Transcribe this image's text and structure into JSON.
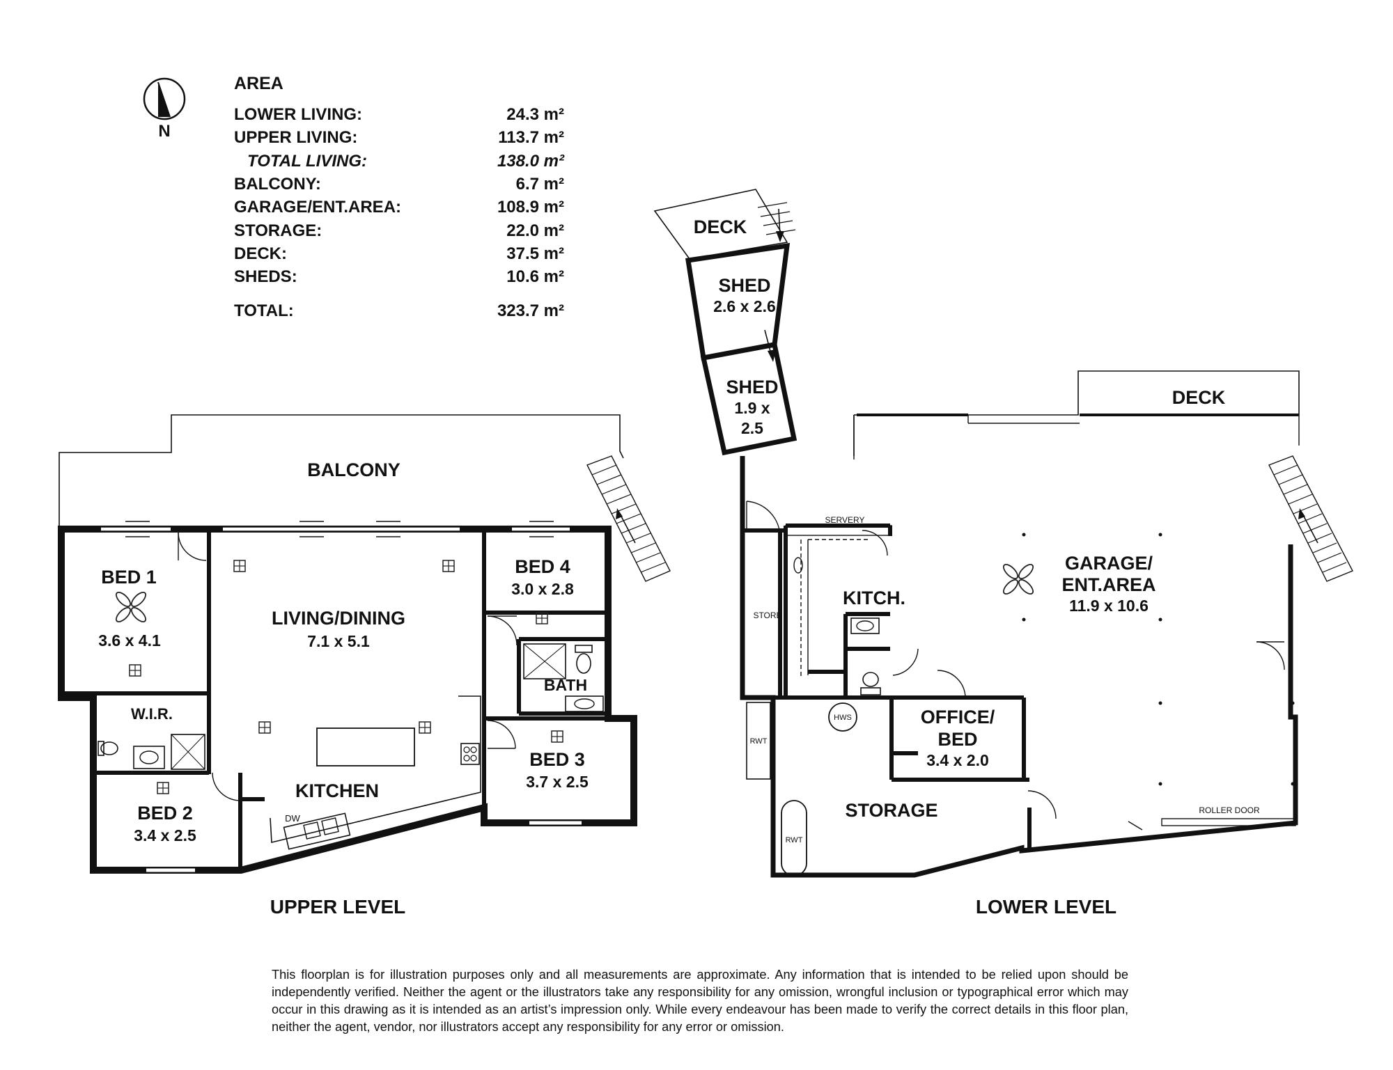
{
  "compass": {
    "letter": "N",
    "icon": "north-arrow-icon"
  },
  "area": {
    "heading": "AREA",
    "rows": [
      {
        "label": "LOWER LIVING:",
        "value": "24.3 m²",
        "italic": false
      },
      {
        "label": "UPPER LIVING:",
        "value": "113.7 m²",
        "italic": false
      },
      {
        "label": "TOTAL LIVING:",
        "value": "138.0 m²",
        "italic": true
      },
      {
        "label": "BALCONY:",
        "value": "6.7 m²",
        "italic": false
      },
      {
        "label": "GARAGE/ENT.AREA:",
        "value": "108.9 m²",
        "italic": false
      },
      {
        "label": "STORAGE:",
        "value": "22.0 m²",
        "italic": false
      },
      {
        "label": "DECK:",
        "value": "37.5 m²",
        "italic": false
      },
      {
        "label": "SHEDS:",
        "value": "10.6 m²",
        "italic": false
      },
      {
        "label": "TOTAL:",
        "value": "323.7 m²",
        "italic": false
      }
    ]
  },
  "upper": {
    "level_title": "UPPER LEVEL",
    "balcony": "BALCONY",
    "bed1": {
      "name": "BED 1",
      "dims": "3.6 x 4.1"
    },
    "living": {
      "name": "LIVING/DINING",
      "dims": "7.1 x 5.1"
    },
    "bed4": {
      "name": "BED 4",
      "dims": "3.0 x 2.8"
    },
    "bath": "BATH",
    "bed3": {
      "name": "BED 3",
      "dims": "3.7 x 2.5"
    },
    "wir": "W.I.R.",
    "bed2": {
      "name": "BED 2",
      "dims": "3.4 x 2.5"
    },
    "kitchen": "KITCHEN",
    "dw": "DW"
  },
  "lower": {
    "level_title": "LOWER LEVEL",
    "deck_top": "DECK",
    "shed1": {
      "name": "SHED",
      "dims": "2.6 x 2.6"
    },
    "shed2": {
      "name": "SHED",
      "dims1": "1.9 x",
      "dims2": "2.5"
    },
    "deck": "DECK",
    "servery": "SERVERY",
    "store": "STORE",
    "kitch": "KITCH.",
    "garage": {
      "line1": "GARAGE/",
      "line2": "ENT.AREA",
      "dims": "11.9 x 10.6"
    },
    "hws": "HWS",
    "rwt1": "RWT",
    "rwt2": "RWT",
    "office": {
      "line1": "OFFICE/",
      "line2": "BED",
      "dims": "3.4 x 2.0"
    },
    "storage": "STORAGE",
    "roller_door": "ROLLER DOOR"
  },
  "disclaimer": "This floorplan is for illustration purposes only and all measurements are approximate. Any information that is intended to be relied upon should be independently verified. Neither the agent or the illustrators take any responsibility for any omission, wrongful inclusion or typographical error which may occur in this drawing as it is intended as an artist’s impression only. While every endeavour has been made to verify the correct details in this floor plan, neither the agent, vendor, nor illustrators accept any responsibility for any error or omission."
}
